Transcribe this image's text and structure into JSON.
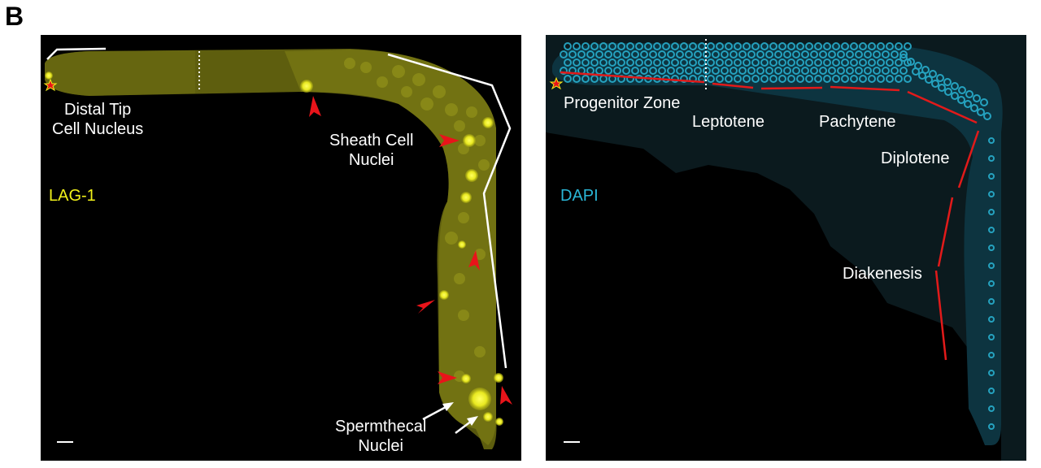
{
  "panel_letter": "B",
  "left_panel": {
    "channel_label": "LAG-1",
    "channel_color": "#f2f21a",
    "labels": {
      "dtc_line1": "Distal Tip",
      "dtc_line2": "Cell Nucleus",
      "sheath_line1": "Sheath Cell",
      "sheath_line2": "Nuclei",
      "sperm_line1": "Spermthecal",
      "sperm_line2": "Nuclei"
    }
  },
  "right_panel": {
    "channel_label": "DAPI",
    "channel_color": "#2ab6d6",
    "labels": {
      "progenitor": "Progenitor Zone",
      "leptotene": "Leptotene",
      "pachytene": "Pachytene",
      "diplotene": "Diplotene",
      "diakenesis": "Diakenesis"
    }
  },
  "colors": {
    "arrowhead_red": "#e8141a",
    "zone_line_red": "#e21a1a",
    "background": "#000000"
  }
}
